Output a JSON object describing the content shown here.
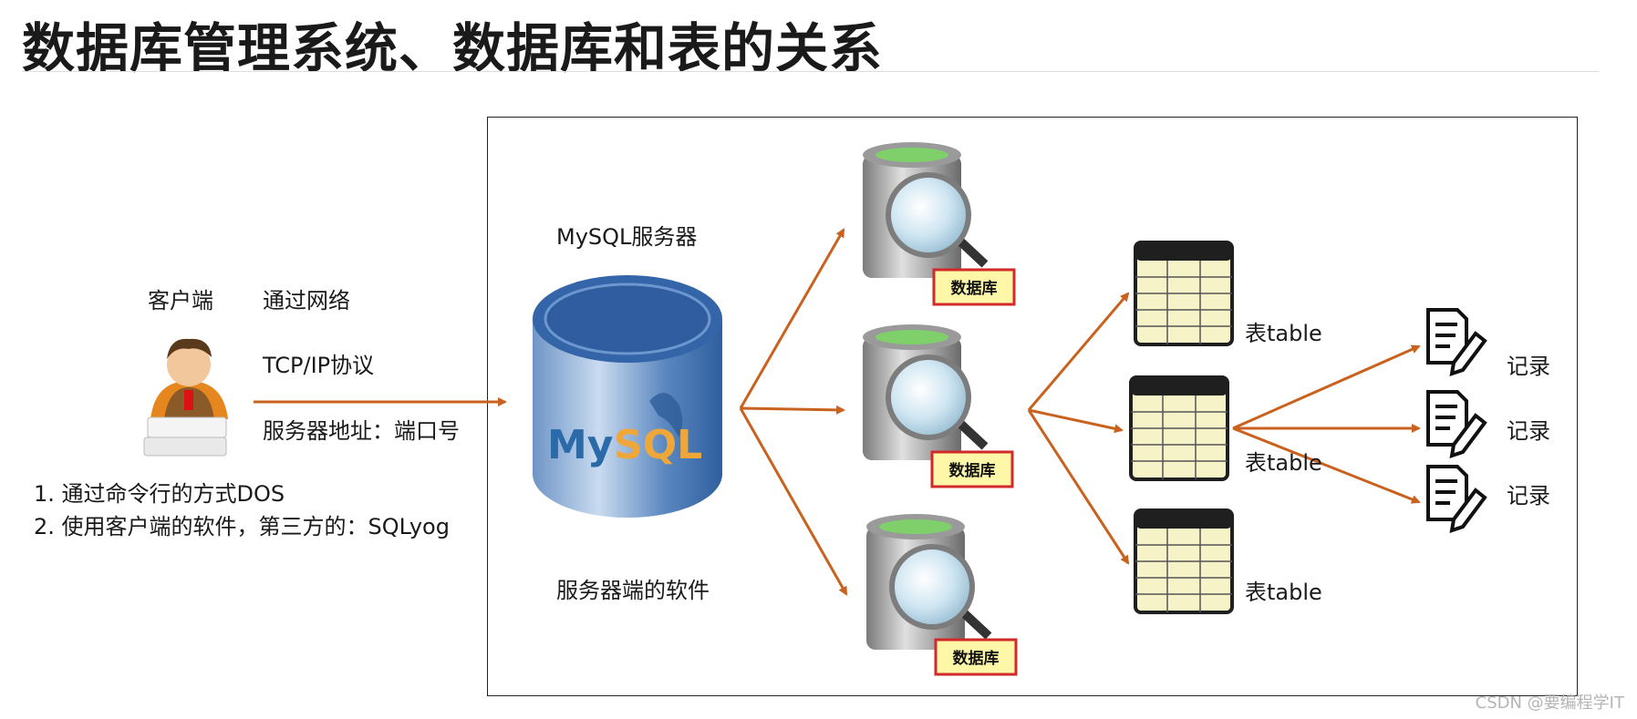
{
  "title": "数据库管理系统、数据库和表的关系",
  "client": {
    "label": "客户端",
    "network_label": "通过网络",
    "protocol_label": "TCP/IP协议",
    "address_label": "服务器地址：端口号",
    "methods": [
      "1. 通过命令行的方式DOS",
      "2. 使用客户端的软件，第三方的：SQLyog"
    ]
  },
  "server": {
    "top_label": "MySQL服务器",
    "bottom_label": "服务器端的软件",
    "logo_text_my": "My",
    "logo_text_sql": "SQL"
  },
  "databases": [
    {
      "badge": "数据库"
    },
    {
      "badge": "数据库"
    },
    {
      "badge": "数据库"
    }
  ],
  "tables": [
    {
      "label": "表table"
    },
    {
      "label": "表table"
    },
    {
      "label": "表table"
    }
  ],
  "records": [
    {
      "label": "记录"
    },
    {
      "label": "记录"
    },
    {
      "label": "记录"
    }
  ],
  "colors": {
    "arrow": "#c8621e",
    "badge_bg": "#fff7a8",
    "badge_border": "#d22a2a",
    "cylinder_blue": "#3a6eb0",
    "table_header": "#1f1f1f",
    "table_cell": "#f7f3c8"
  },
  "watermark": "CSDN @要编程学IT"
}
